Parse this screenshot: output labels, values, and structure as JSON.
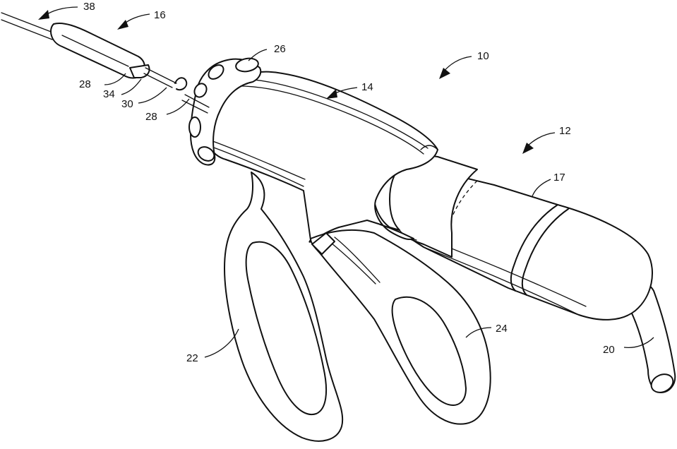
{
  "labels": {
    "l10": "10",
    "l12": "12",
    "l14": "14",
    "l16": "16",
    "l17": "17",
    "l20": "20",
    "l22": "22",
    "l24": "24",
    "l26": "26",
    "l28a": "28",
    "l28b": "28",
    "l30": "30",
    "l34": "34",
    "l38": "38"
  },
  "colors": {
    "ink": "#111111",
    "paper": "#ffffff"
  }
}
